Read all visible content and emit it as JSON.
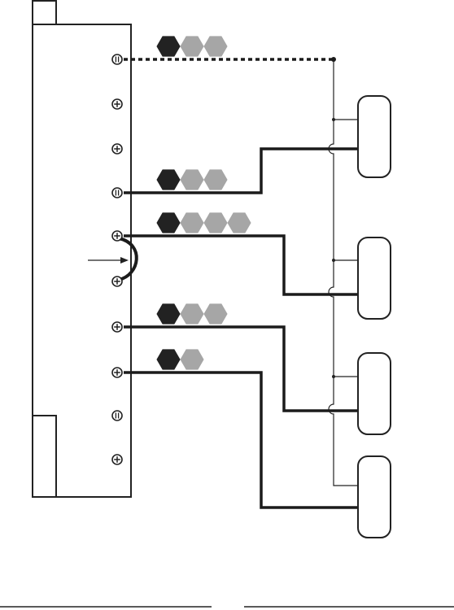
{
  "diagram": {
    "terminal_count": 10,
    "speaker_count": 4,
    "colors": {
      "wire": "#1b1b1b",
      "outline": "#222222",
      "hex_dark": "#222222",
      "hex_light": "#a6a6a6",
      "background": "#ffffff"
    },
    "terminals": [
      {
        "head": "slotted",
        "fill": "white"
      },
      {
        "head": "phillips",
        "fill": "white"
      },
      {
        "head": "phillips",
        "fill": "white"
      },
      {
        "head": "slotted",
        "fill": "white"
      },
      {
        "head": "phillips",
        "fill": "white"
      },
      {
        "head": "phillips",
        "fill": "white"
      },
      {
        "head": "phillips",
        "fill": "white"
      },
      {
        "head": "phillips",
        "fill": "white"
      },
      {
        "head": "slotted",
        "fill": "white"
      },
      {
        "head": "phillips",
        "fill": "white"
      }
    ],
    "wire_bundles": [
      {
        "terminal": 1,
        "dark": 1,
        "light": 2,
        "style": "dashed"
      },
      {
        "terminal": 4,
        "dark": 1,
        "light": 2,
        "style": "solid"
      },
      {
        "terminal": 5,
        "dark": 1,
        "light": 3,
        "style": "solid"
      },
      {
        "terminal": 7,
        "dark": 1,
        "light": 2,
        "style": "solid"
      },
      {
        "terminal": 8,
        "dark": 1,
        "light": 1,
        "style": "solid"
      }
    ],
    "jumper": {
      "from_terminal": 5,
      "to_terminal": 6,
      "arrow": "arrow-right-icon"
    }
  }
}
